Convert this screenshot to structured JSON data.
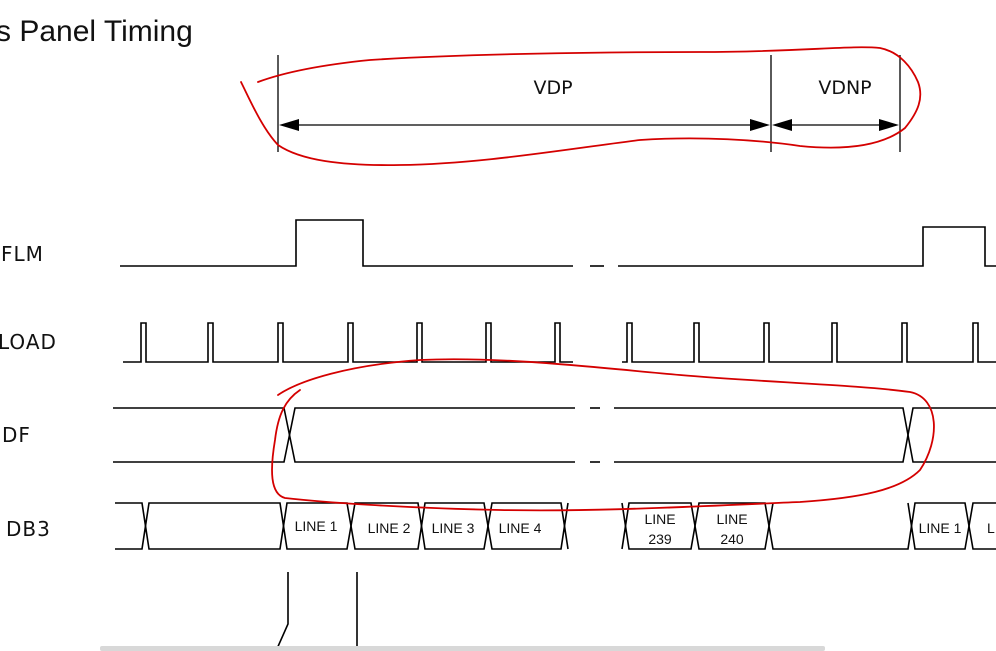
{
  "title": "s Panel Timing",
  "spans": {
    "vdp": "VDP",
    "vdnp": "VDNP"
  },
  "signals": {
    "flm": "FLM",
    "load": "LOAD",
    "df": "DF",
    "db3": "DB3"
  },
  "lines": {
    "l1": "LINE 1",
    "l2": "LINE 2",
    "l3": "LINE 3",
    "l4": "LINE 4",
    "l239a": "LINE",
    "l239b": "239",
    "l240a": "LINE",
    "l240b": "240",
    "l1b": "LINE 1",
    "partial": "L"
  },
  "colors": {
    "wave": "#000000",
    "annotation": "#d40000"
  }
}
